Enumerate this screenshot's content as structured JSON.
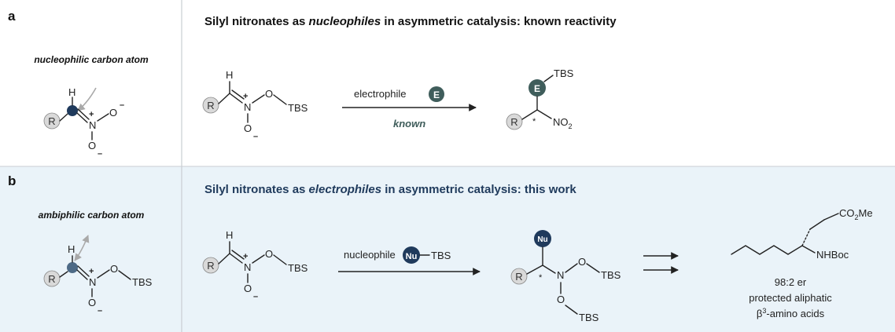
{
  "colors": {
    "panel_b_bg": "#eaf3f9",
    "divider": "#c9ced3",
    "teal": "#3f5d5b",
    "navy": "#1f3a5c",
    "nu_fill": "#1f3a5c",
    "e_fill": "#3f5d5b",
    "carbon_a": "#1f3a5c",
    "carbon_b": "#4d6a86",
    "r_circle": "#d9d9d9",
    "gray_arrow": "#a9a9a9"
  },
  "panel_a": {
    "letter": "a",
    "side_caption": "nucleophilic carbon atom",
    "title_pre": "Silyl nitronates as ",
    "title_em": "nucleophiles",
    "title_post": " in asymmetric catalysis: known reactivity",
    "reagent": "electrophile",
    "badge": "E",
    "status": "known",
    "atoms": {
      "H": "H",
      "R": "R",
      "N": "N",
      "O": "O",
      "TBS": "TBS",
      "NO": "NO",
      "two": "2",
      "plus": "+",
      "minus": "–",
      "star": "*"
    }
  },
  "panel_b": {
    "letter": "b",
    "side_caption": "ambiphilic carbon atom",
    "title_pre": "Silyl nitronates as ",
    "title_em": "electrophiles",
    "title_post": " in asymmetric catalysis: this work",
    "reagent": "nucleophile",
    "badge": "Nu",
    "reagent_tbs": "TBS",
    "product": {
      "co2me_pre": "CO",
      "co2me_sub": "2",
      "co2me_post": "Me",
      "nhboc": "NHBoc",
      "er": "98:2 er",
      "caption_line1": "protected aliphatic",
      "caption_beta": "β",
      "caption_sup": "3",
      "caption_rest": "-amino acids"
    },
    "atoms": {
      "H": "H",
      "R": "R",
      "N": "N",
      "O": "O",
      "TBS": "TBS",
      "plus": "+",
      "minus": "–",
      "star": "*"
    }
  }
}
